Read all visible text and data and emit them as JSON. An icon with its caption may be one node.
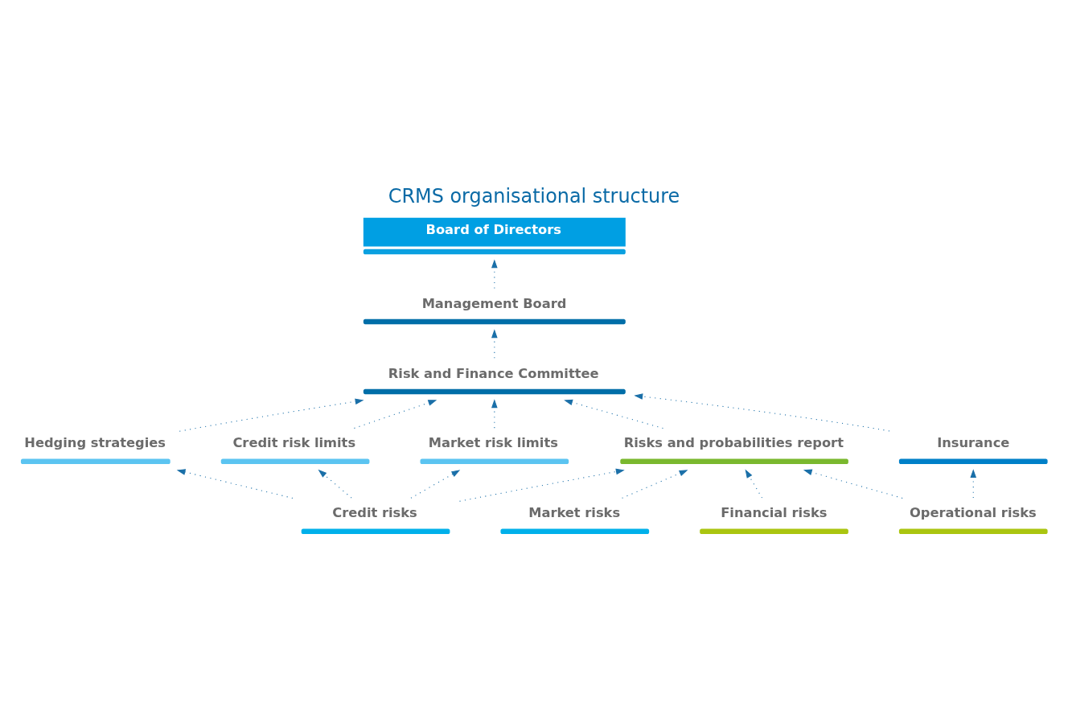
{
  "diagram": {
    "title": "CRMS organisational structure",
    "nodes": [
      {
        "text": [
          "Board of Directors"
        ]
      },
      {
        "text": [
          "Management Board"
        ]
      },
      {
        "text": [
          "Risk and Finance Committee"
        ]
      },
      {
        "text": [
          "Hedging strategies"
        ]
      },
      {
        "text": [
          "Credit risk limits"
        ]
      },
      {
        "text": [
          "Market risk limits"
        ]
      },
      {
        "text": [
          "Risks and probabilities report"
        ]
      },
      {
        "text": [
          "Insurance"
        ]
      },
      {
        "text": [
          "Credit risks"
        ]
      },
      {
        "text": [
          "Market risks"
        ]
      },
      {
        "text": [
          "Operational risks"
        ]
      },
      {
        "text": [
          "Financial risks"
        ]
      }
    ],
    "edges": [
      {
        "from": 1,
        "to": 0,
        "arrow": "to"
      },
      {
        "from": 2,
        "to": 1,
        "arrow": "to"
      },
      {
        "from": 3,
        "to": 2,
        "arrow": "to"
      },
      {
        "from": 4,
        "to": 2,
        "arrow": "to"
      },
      {
        "from": 5,
        "to": 2,
        "arrow": "to"
      },
      {
        "from": 7,
        "to": 2,
        "arrow": "to"
      },
      {
        "from": 6,
        "to": 2,
        "arrow": "to"
      },
      {
        "from": 10,
        "to": 7,
        "arrow": "to"
      },
      {
        "from": 8,
        "to": 6,
        "arrow": "to"
      },
      {
        "from": 9,
        "to": 6,
        "arrow": "to"
      },
      {
        "from": 10,
        "to": 6,
        "arrow": "to"
      },
      {
        "from": 11,
        "to": 6,
        "arrow": "to"
      },
      {
        "from": 8,
        "to": 3,
        "arrow": "to"
      },
      {
        "from": 8,
        "to": 4,
        "arrow": "to"
      },
      {
        "from": 8,
        "to": 5,
        "arrow": "to"
      }
    ]
  }
}
